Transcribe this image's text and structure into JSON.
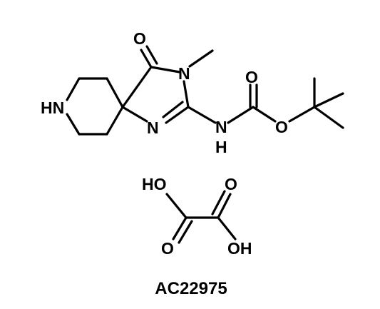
{
  "atoms": {
    "o_top": "O",
    "n_methyl": "N",
    "o_carbonyl": "O",
    "hn_ring": "HN",
    "n_ring": "N",
    "nh_n": "N",
    "nh_h": "H",
    "o_ester": "O",
    "ho_left": "HO",
    "o_right": "O",
    "o_bottom": "O",
    "oh_bottom": "OH"
  },
  "compound_id": "AC22975"
}
